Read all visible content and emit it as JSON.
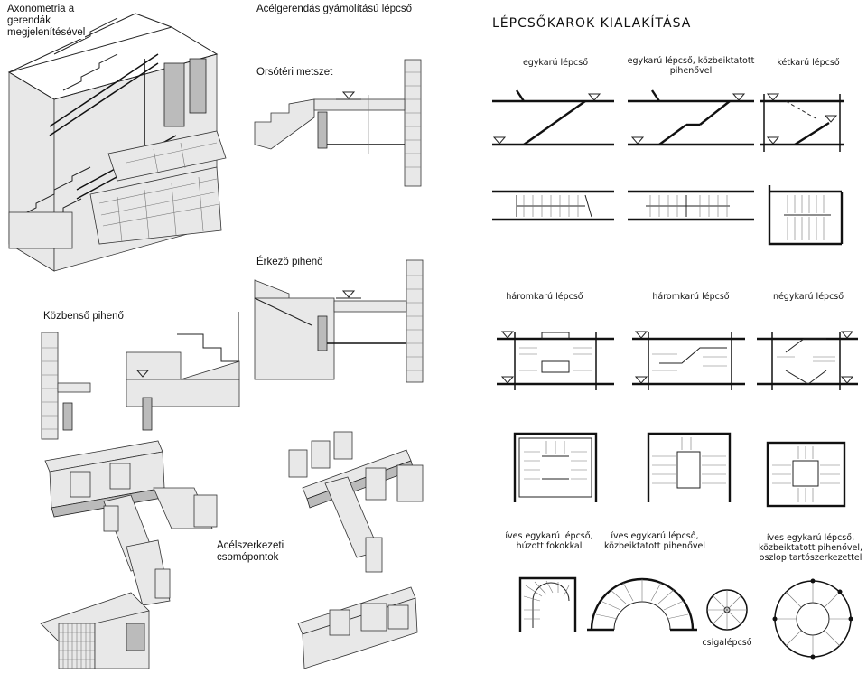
{
  "left": {
    "axonometry_label": "Axonometria a\ngerendák\nmegjelenítésével",
    "main_title": "Acélgerendás gyámolítású lépcső",
    "stairwell_section": "Orsótéri metszet",
    "arrival_landing": "Érkező pihenő",
    "intermediate_landing": "Közbenső pihenő",
    "steel_nodes": "Acélszerkezeti\ncsomópontok"
  },
  "right": {
    "title": "LÉPCSŐKAROK KIALAKÍTÁSA",
    "row1": [
      "egykarú lépcső",
      "egykarú lépcső, közbeiktatott\npihenővel",
      "kétkarú lépcső"
    ],
    "row2": [
      "háromkarú lépcső",
      "háromkarú lépcső",
      "négykarú lépcső"
    ],
    "row3": [
      "íves egykarú lépcső,\nhúzott fokokkal",
      "íves egykarú lépcső,\nközbeiktatott pihenővel",
      "íves egykarú lépcső,\nközbeiktatott pihenővel,\noszlop tartószerkezettel"
    ],
    "spiral": "csigalépcső"
  }
}
